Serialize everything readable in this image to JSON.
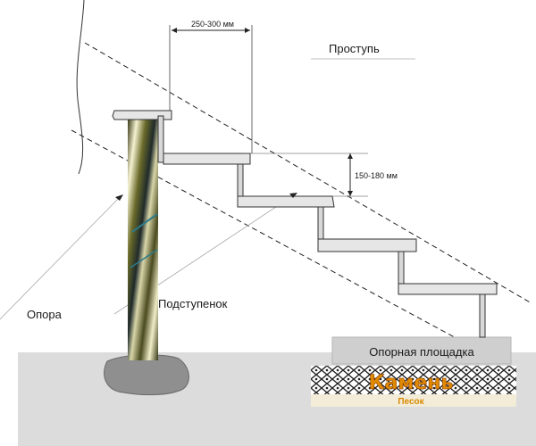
{
  "labels": {
    "tread_width": "250-300 мм",
    "tread": "Проступь",
    "riser_height": "150-180 мм",
    "support": "Опора",
    "riser": "Подступенок",
    "support_pad": "Опорная площадка",
    "stone": "Камень",
    "sand": "Песок"
  },
  "colors": {
    "ground": "#dcdcdc",
    "support_pad": "#cfcfcf",
    "step": "#e6e6e6",
    "stone_text": "#e08a00",
    "sand_layer": "#f2ecd8"
  }
}
